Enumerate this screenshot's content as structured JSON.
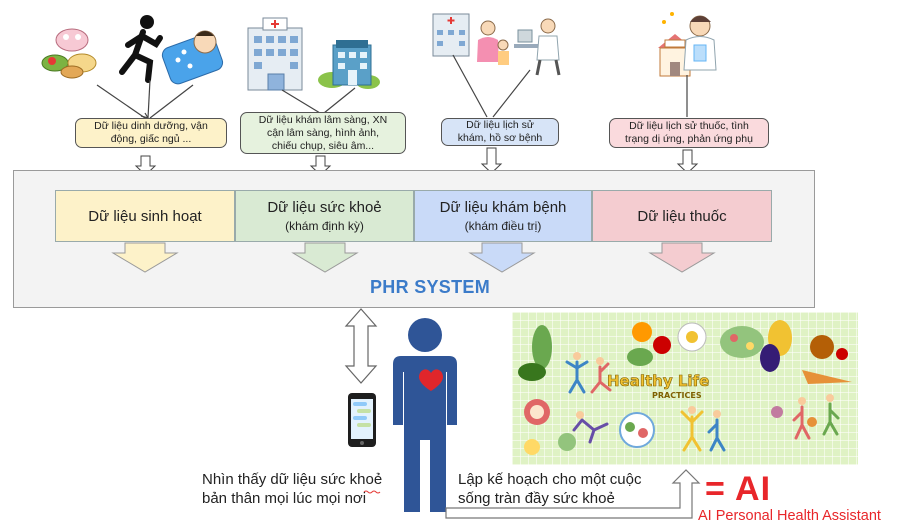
{
  "sources": [
    {
      "text": "Dữ liệu dinh dưỡng, vận\nđộng, giấc ngủ ...",
      "color": "#fdf2c9"
    },
    {
      "text": "Dữ liệu khám lâm sàng, XN\ncận lâm sàng, hình ảnh,\nchiếu chụp, siêu âm...",
      "color": "#e6f2de"
    },
    {
      "text": "Dữ liệu lịch sử\nkhám, hồ sơ bệnh",
      "color": "#d7e4f7"
    },
    {
      "text": "Dữ liệu lịch sử thuốc, tình\ntrạng dị ứng, phản ứng phụ",
      "color": "#fadadd"
    }
  ],
  "categories": [
    {
      "title": "Dữ liệu sinh hoạt",
      "subtitle": "",
      "color": "#fdf2c9"
    },
    {
      "title": "Dữ liệu sức khoẻ",
      "subtitle": "(khám định kỳ)",
      "color": "#d9ead3"
    },
    {
      "title": "Dữ liệu khám bệnh",
      "subtitle": "(khám điều trị)",
      "color": "#c9daf8"
    },
    {
      "title": "Dữ liệu thuốc",
      "subtitle": "",
      "color": "#f4ccd0"
    }
  ],
  "system_title": "PHR SYSTEM",
  "left_caption": "Nhìn thấy dữ liệu sức khoẻ\nbản thân mọi lúc mọi nơi",
  "right_caption": "Lập kế hoạch cho một cuộc\nsống tràn đầy sức khoẻ",
  "healthy_banner": {
    "line1": "Healthy Life",
    "line2": "PRACTICES"
  },
  "ai": {
    "equation": "= AI",
    "subtitle": "AI Personal Health Assistant"
  },
  "colors": {
    "accent_blue": "#3b7bc9",
    "ai_red": "#e8262a",
    "person": "#2f5597",
    "heart": "#e0262b"
  },
  "icons": [
    "food-icon",
    "runner-icon",
    "sleep-icon",
    "hospital-icon",
    "clinic-icon",
    "doctor-consult-icon",
    "pharmacist-icon",
    "smartphone-icon",
    "heart-icon"
  ]
}
